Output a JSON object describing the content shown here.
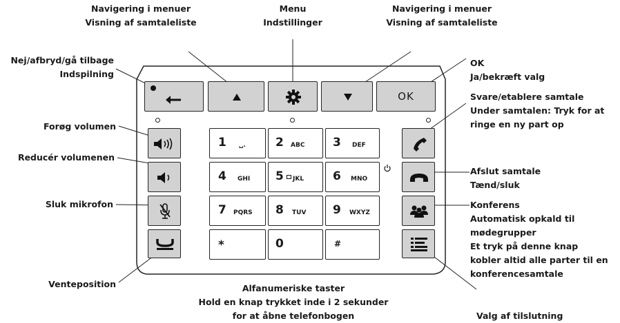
{
  "labels": {
    "nav_left_1": "Navigering i menuer",
    "nav_left_2": "Visning af samtaleliste",
    "menu_1": "Menu",
    "menu_2": "Indstillinger",
    "nav_right_1": "Navigering i menuer",
    "nav_right_2": "Visning af samtaleliste",
    "back_1": "Nej/afbryd/gå tilbage",
    "back_2": "Indspilning",
    "ok_1": "OK",
    "ok_2": "Ja/bekræft valg",
    "answer_1": "Svare/etablere samtale",
    "answer_2": "Under samtalen: Tryk for at",
    "answer_3": "ringe en ny part op",
    "vol_up": "Forøg volumen",
    "vol_down": "Reducér volumenen",
    "end_1": "Afslut samtale",
    "end_2": "Tænd/sluk",
    "mute": "Sluk mikrofon",
    "conf_1": "Konferens",
    "conf_2": "Automatisk opkald til",
    "conf_3": "mødegrupper",
    "conf_4": "Et tryk på denne knap",
    "conf_5": "kobler altid alle parter til en",
    "conf_6": "konferencesamtale",
    "hold": "Venteposition",
    "alnum_1": "Alfanumeriske taster",
    "alnum_2": "Hold en knap trykket inde i 2 sekunder",
    "alnum_3": "for at åbne telefonbogen",
    "connect": "Valg af tilslutning"
  },
  "keys": {
    "k1": "1",
    "k1s": "␣.",
    "k2": "2",
    "k2s": "ABC",
    "k3": "3",
    "k3s": "DEF",
    "k4": "4",
    "k4s": "GHI",
    "k5": "5",
    "k5s": "JKL",
    "k6": "6",
    "k6s": "MNO",
    "k7": "7",
    "k7s": "PQRS",
    "k8": "8",
    "k8s": "TUV",
    "k9": "9",
    "k9s": "WXYZ",
    "kstar": "*",
    "k0": "0",
    "khash": "#",
    "ok": "OK"
  },
  "icons": [
    "back-arrow-icon",
    "up-arrow-icon",
    "gear-icon",
    "down-arrow-icon",
    "volume-up-icon",
    "volume-down-icon",
    "mute-microphone-icon",
    "hold-icon",
    "answer-phone-icon",
    "end-call-icon",
    "conference-icon",
    "connection-menu-icon",
    "power-icon"
  ],
  "colors": {
    "function_key": "#d2d2d2",
    "digit_key": "#ffffff",
    "outline": "#222222"
  }
}
